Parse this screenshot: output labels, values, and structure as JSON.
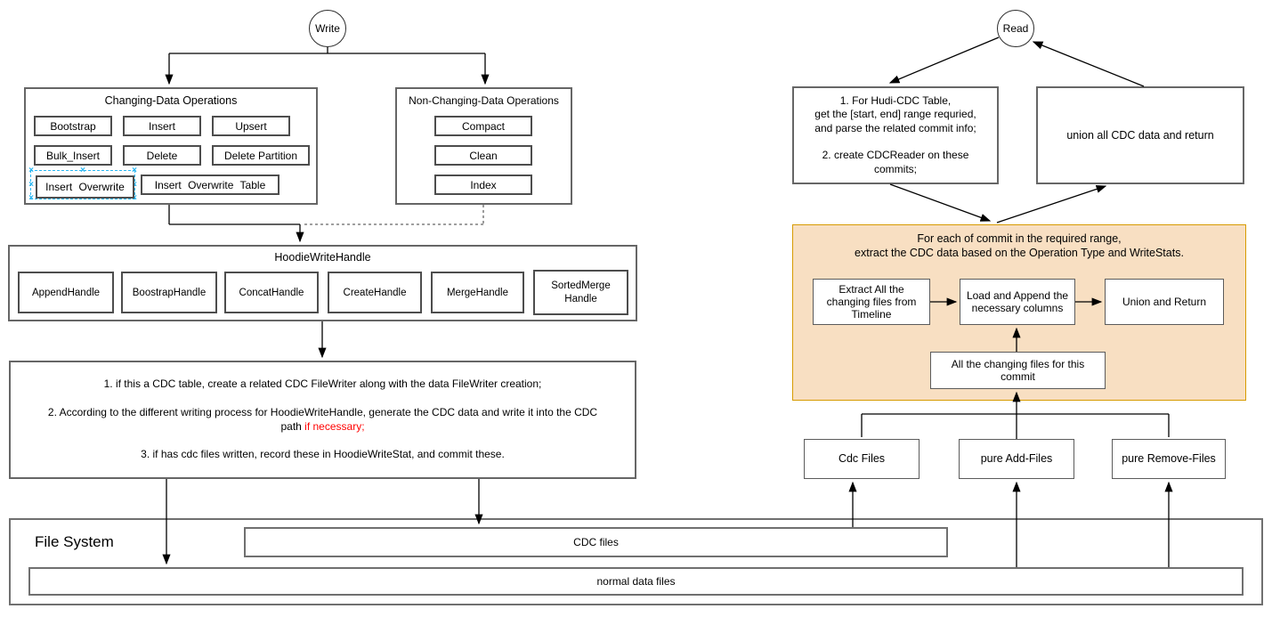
{
  "colors": {
    "orange_fill": "#f8dfc2",
    "orange_border": "#d79b00",
    "selection_blue": "#29b6f2",
    "highlight_red": "#ff0000"
  },
  "write_flow": {
    "entry_label": "Write",
    "changing_ops": {
      "title": "Changing-Data Operations",
      "ops": [
        "Bootstrap",
        "Insert",
        "Upsert",
        "Bulk_Insert",
        "Delete",
        "Delete Partition",
        "Insert Overwrite",
        "Insert Overwrite Table"
      ]
    },
    "non_changing_ops": {
      "title": "Non-Changing-Data Operations",
      "ops": [
        "Compact",
        "Clean",
        "Index"
      ]
    },
    "write_handle": {
      "title": "HoodieWriteHandle",
      "handles": [
        "AppendHandle",
        "BoostrapHandle",
        "ConcatHandle",
        "CreateHandle",
        "MergeHandle",
        "SortedMerge\nHandle"
      ]
    },
    "writer_steps": {
      "step1": "1. if this a CDC table, create a related CDC FileWriter along with the data FileWriter creation;",
      "step2_line1": "2. According to the different writing process for HoodieWriteHandle, generate the CDC data and write it into the CDC",
      "step2_line2_prefix": "path ",
      "step2_line2_highlight": "if necessary;",
      "step3": "3. if has cdc files written, record these in HoodieWriteStat, and commit these."
    }
  },
  "file_system": {
    "title": "File System",
    "cdc_files_label": "CDC files",
    "normal_files_label": "normal data files"
  },
  "read_flow": {
    "entry_label": "Read",
    "commit_info": "1. For Hudi-CDC Table,\nget the [start, end] range requried,\nand parse the related commit info;\n\n2. create CDCReader on these\ncommits;",
    "union_result": "union all CDC data and return",
    "extract_group": {
      "title": "For each of commit in the required range,\nextract the CDC data based on the Operation Type and WriteStats.",
      "extract_box": "Extract All the\nchanging files from\nTimeline",
      "load_box": "Load and Append the\nnecessary columns",
      "union_box": "Union and Return",
      "changing_files_box": "All the changing files for this\ncommit"
    },
    "file_categories": [
      "Cdc Files",
      "pure Add-Files",
      "pure Remove-Files"
    ]
  }
}
